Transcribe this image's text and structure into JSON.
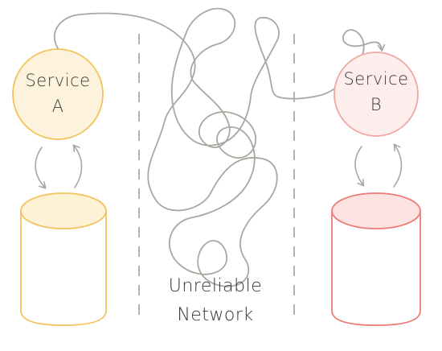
{
  "service_a": {
    "label_line1": "Service",
    "label_line2": "A",
    "fill": "#fdf3dc",
    "stroke": "#f2c35c"
  },
  "service_b": {
    "label_line1": "Service",
    "label_line2": "B",
    "fill": "#fdeeed",
    "stroke": "#f0a8a3"
  },
  "database_a": {
    "top_fill": "#fdf1d6",
    "stroke": "#f2c35c"
  },
  "database_b": {
    "top_fill": "#fde2e2",
    "stroke": "#ee7b76"
  },
  "network": {
    "label_line1": "Unreliable",
    "label_line2": "Network",
    "line_color": "#a8a8a0"
  },
  "divider_color": "#9a9a9a"
}
